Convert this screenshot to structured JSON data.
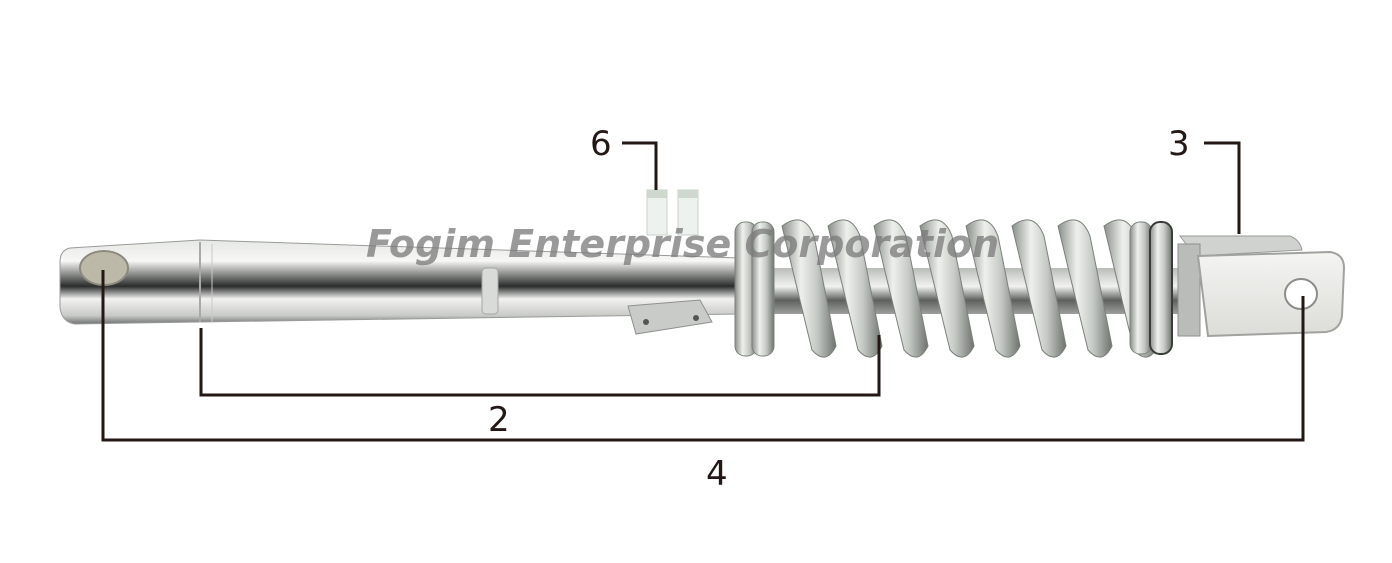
{
  "diagram": {
    "subject": "shock absorber (chrome tube with coil spring)",
    "watermark": "Fogim Enterprise Corporation",
    "line_color": "#231815",
    "callouts": [
      {
        "id": "6",
        "label": "6",
        "points_to": "twin mounting tabs on tube"
      },
      {
        "id": "3",
        "label": "3",
        "points_to": "rear mounting bracket"
      },
      {
        "id": "2",
        "label": "2",
        "points_to": "span from tube sleeve to spring"
      },
      {
        "id": "4",
        "label": "4",
        "points_to": "overall eye-to-eye length"
      }
    ]
  }
}
